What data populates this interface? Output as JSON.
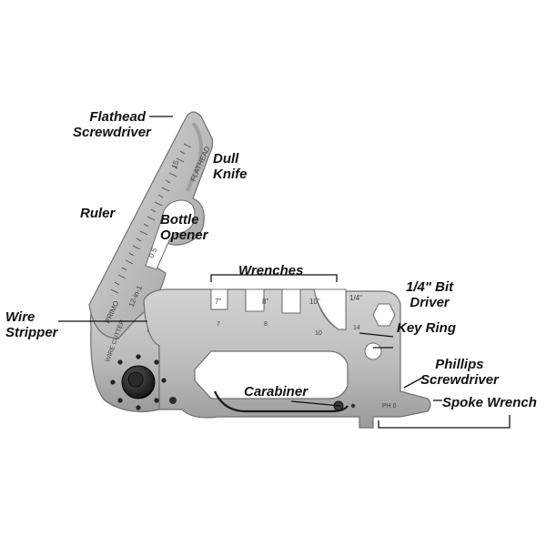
{
  "callouts": {
    "flathead": "Flathead\nScrewdriver",
    "dull_knife": "Dull\nKnife",
    "ruler": "Ruler",
    "bottle_opener": "Bottle\nOpener",
    "wrenches": "Wrenches",
    "bit_driver": "1/4\" Bit\nDriver",
    "wire_stripper": "Wire\nStripper",
    "key_ring": "Key Ring",
    "phillips": "Phillips\nScrewdriver",
    "carabiner": "Carabiner",
    "spoke_wrench": "Spoke Wrench"
  },
  "engravings": {
    "wrench_sizes_top": [
      "7\"",
      "8\"",
      "10\""
    ],
    "wrench_sizes_bottom": [
      "7",
      "8",
      "10"
    ],
    "bit_size": "1/4\"",
    "blade_marks": [
      "FLATHEAD",
      "15",
      "0.5",
      "PRIMO",
      "12-in-1"
    ],
    "wire_cutter": "WIRE CUTTER",
    "phillips_mark": "PH 0",
    "hex_mark": "14"
  },
  "colors": {
    "steel_light": "#c9c9c9",
    "steel_mid": "#a9a9a9",
    "steel_dark": "#7a7a7a",
    "text": "#111111"
  }
}
